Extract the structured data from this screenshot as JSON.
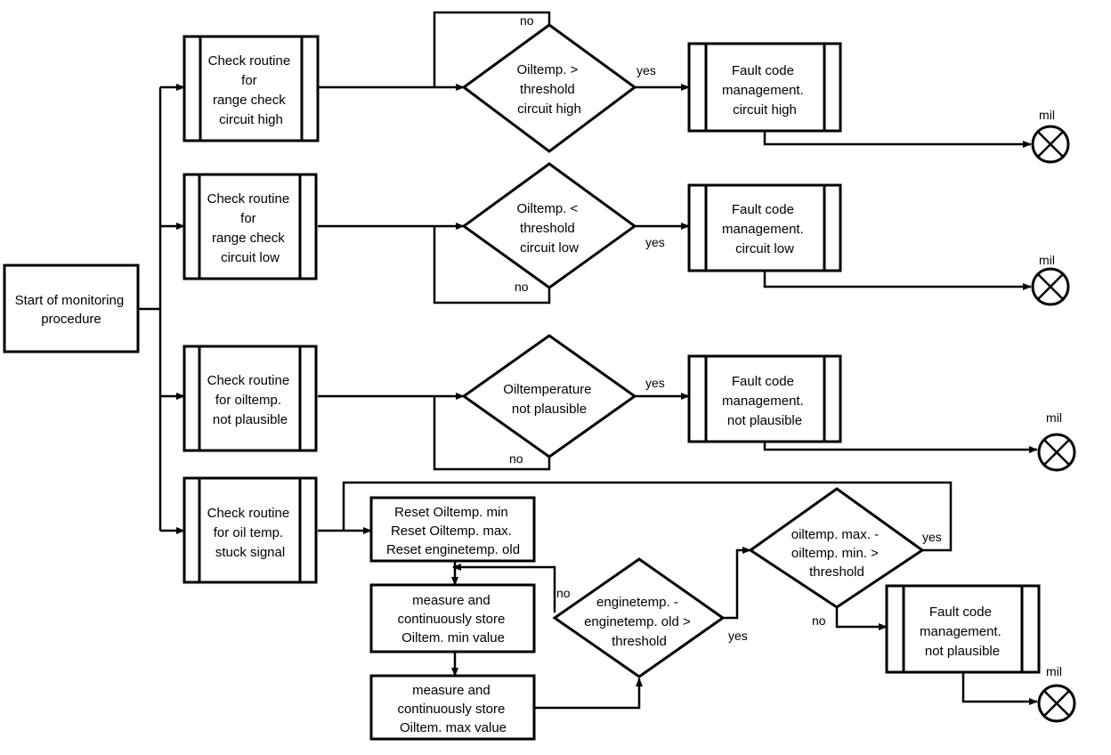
{
  "start": {
    "lines": [
      "Start of monitoring",
      "procedure"
    ]
  },
  "routines": {
    "high": {
      "lines": [
        "Check routine",
        "for",
        "range check",
        "circuit high"
      ]
    },
    "low": {
      "lines": [
        "Check routine",
        "for",
        "range check",
        "circuit low"
      ]
    },
    "plausible": {
      "lines": [
        "Check routine",
        "for oiltemp.",
        "not plausible"
      ]
    },
    "stuck": {
      "lines": [
        "Check routine",
        "for oil temp.",
        "stuck signal"
      ]
    }
  },
  "decisions": {
    "high": {
      "lines": [
        "Oiltemp. >",
        "threshold",
        "circuit high"
      ]
    },
    "low": {
      "lines": [
        "Oiltemp. <",
        "threshold",
        "circuit low"
      ]
    },
    "plausible": {
      "lines": [
        "Oiltemperature",
        "not plausible"
      ]
    },
    "engine": {
      "lines": [
        "enginetemp. -",
        "enginetemp. old >",
        "threshold"
      ]
    },
    "maxmin": {
      "lines": [
        "oiltemp. max. -",
        "oiltemp. min. >",
        "threshold"
      ]
    }
  },
  "faults": {
    "high": {
      "lines": [
        "Fault code",
        "management.",
        "circuit high"
      ]
    },
    "low": {
      "lines": [
        "Fault code",
        "management.",
        "circuit low"
      ]
    },
    "plausible": {
      "lines": [
        "Fault code",
        "management.",
        "not plausible"
      ]
    },
    "stuck": {
      "lines": [
        "Fault code",
        "management.",
        "not plausible"
      ]
    }
  },
  "process": {
    "reset": {
      "lines": [
        "Reset Oiltemp. min",
        "Reset Oiltemp. max.",
        "Reset enginetemp. old"
      ]
    },
    "store_min": {
      "lines": [
        "measure and",
        "continuously store",
        "Oiltem. min value"
      ]
    },
    "store_max": {
      "lines": [
        "measure and",
        "continuously store",
        "Oiltem. max value"
      ]
    }
  },
  "labels": {
    "yes": "yes",
    "no": "no",
    "mil": "mil"
  }
}
